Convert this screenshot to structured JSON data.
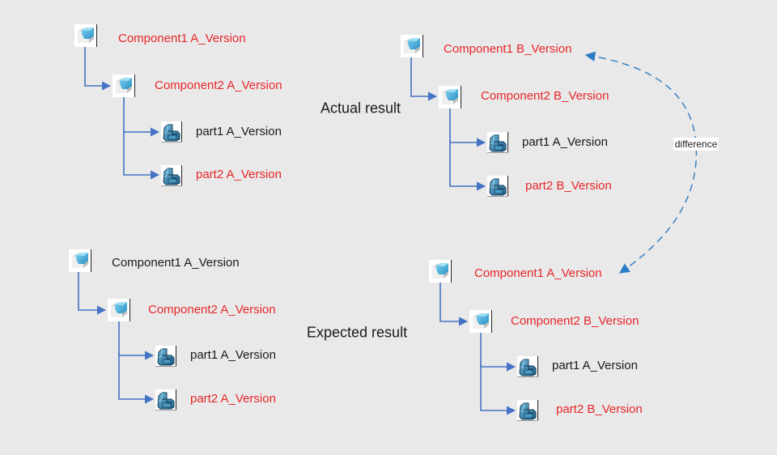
{
  "colors": {
    "background": "#e9e9e9",
    "changed_text": "#e8262a",
    "unchanged_text": "#1a1a1a",
    "connector": "#4472c4",
    "difference_arrow": "#2b7bc4"
  },
  "captions": {
    "actual": "Actual result",
    "expected": "Expected result"
  },
  "difference_label": "difference",
  "trees": {
    "actual_a": {
      "comp1": {
        "label": "Component1 A_Version",
        "icon": "assembly-cube-icon",
        "changed": true
      },
      "comp2": {
        "label": "Component2 A_Version",
        "icon": "assembly-cube-icon",
        "changed": true
      },
      "part1": {
        "label": "part1 A_Version",
        "icon": "part-icon",
        "changed": false
      },
      "part2": {
        "label": "part2 A_Version",
        "icon": "part-icon",
        "changed": true
      }
    },
    "actual_b": {
      "comp1": {
        "label": "Component1 B_Version",
        "icon": "assembly-cube-icon",
        "changed": true
      },
      "comp2": {
        "label": "Component2 B_Version",
        "icon": "assembly-cube-icon",
        "changed": true
      },
      "part1": {
        "label": "part1 A_Version",
        "icon": "part-icon",
        "changed": false
      },
      "part2": {
        "label": "part2 B_Version",
        "icon": "part-icon",
        "changed": true
      }
    },
    "expected_a": {
      "comp1": {
        "label": "Component1 A_Version",
        "icon": "assembly-cube-icon",
        "changed": false
      },
      "comp2": {
        "label": "Component2 A_Version",
        "icon": "assembly-cube-icon",
        "changed": true
      },
      "part1": {
        "label": "part1 A_Version",
        "icon": "part-icon",
        "changed": false
      },
      "part2": {
        "label": "part2 A_Version",
        "icon": "part-icon",
        "changed": true
      }
    },
    "expected_b": {
      "comp1": {
        "label": "Component1 A_Version",
        "icon": "assembly-cube-icon",
        "changed": true
      },
      "comp2": {
        "label": "Component2 B_Version",
        "icon": "assembly-cube-icon",
        "changed": true
      },
      "part1": {
        "label": "part1 A_Version",
        "icon": "part-icon",
        "changed": false
      },
      "part2": {
        "label": "part2 B_Version",
        "icon": "part-icon",
        "changed": true
      }
    }
  }
}
